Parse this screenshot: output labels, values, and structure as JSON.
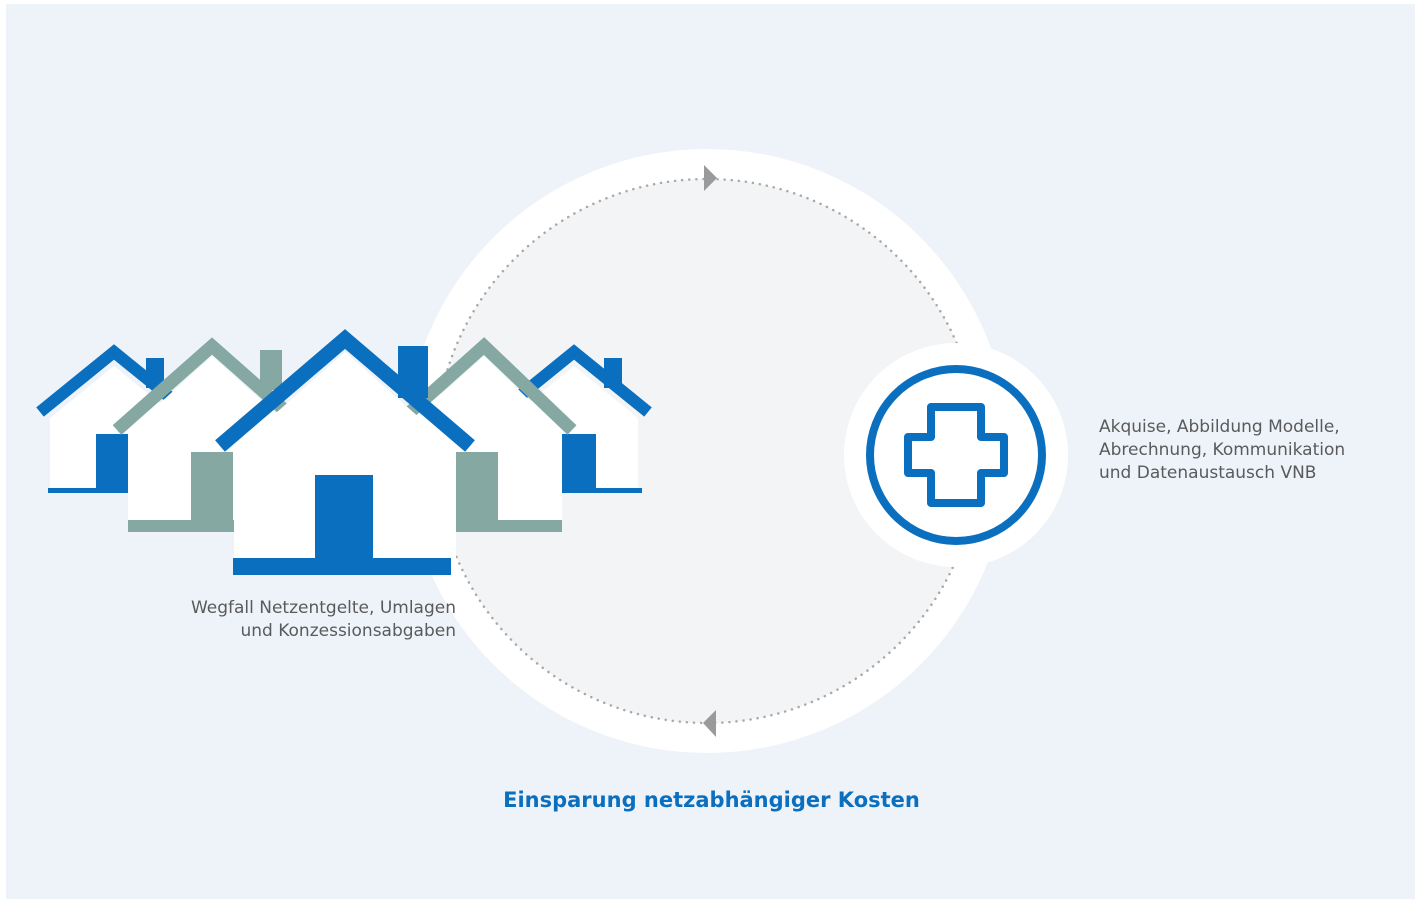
{
  "labels": {
    "costs_right": [
      "Akquise, Abbildung Modelle,",
      "Abrechnung, Kommunikation",
      "und Datenaustausch VNB"
    ],
    "costs_left": [
      "Wegfall Netzentgelte, Umlagen",
      "und Konzessionsabgaben"
    ],
    "title": "Einsparung netzabhängiger Kosten"
  },
  "colors": {
    "background": "#eef3fa",
    "blue": "#0b6fbf",
    "teal": "#85a8a3",
    "circle_inner": "#f3f4f6",
    "arrow_gray": "#9a9a9a"
  },
  "icons": [
    "house-group-icon",
    "plus-circle-icon",
    "arrow-right-icon",
    "arrow-left-icon"
  ]
}
